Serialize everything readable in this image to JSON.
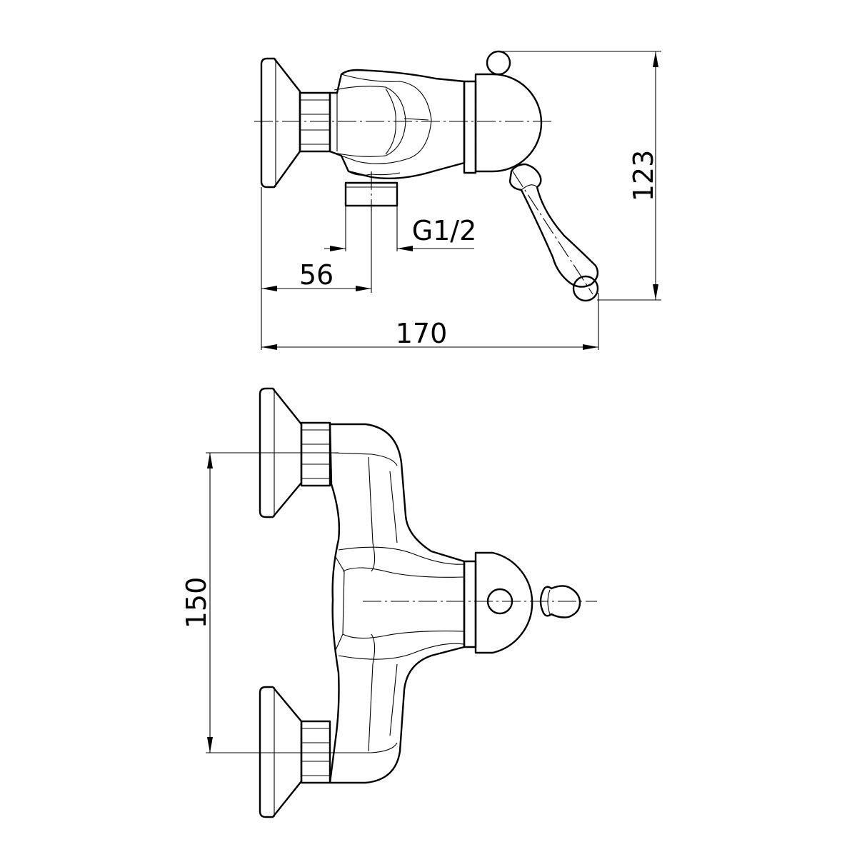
{
  "dimensions": {
    "overall_length": "170",
    "outlet_offset": "56",
    "outlet_thread": "G1/2",
    "height": "123",
    "inlet_spacing": "150"
  }
}
